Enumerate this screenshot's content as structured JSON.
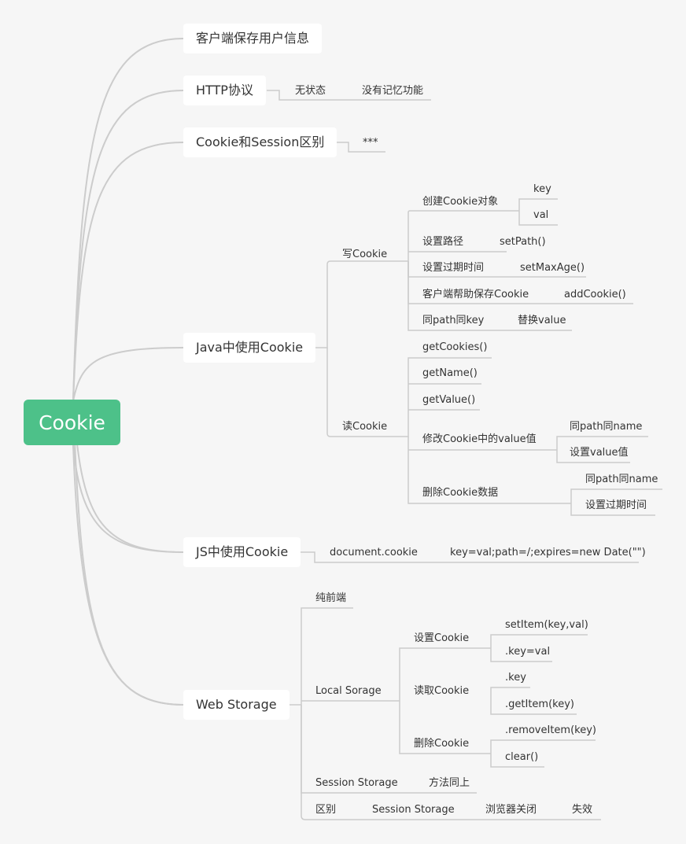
{
  "root": {
    "label": "Cookie"
  },
  "branches": {
    "client_save": {
      "label": "客户端保存用户信息"
    },
    "http": {
      "label": "HTTP协议",
      "stateless": "无状态",
      "no_memory": "没有记忆功能"
    },
    "diff": {
      "label": "Cookie和Session区别",
      "note": "***"
    },
    "java": {
      "label": "Java中使用Cookie",
      "write": {
        "label": "写Cookie",
        "create": "创建Cookie对象",
        "key": "key",
        "val": "val",
        "set_path": "设置路径",
        "set_path_fn": "setPath()",
        "set_expire": "设置过期时间",
        "set_expire_fn": "setMaxAge()",
        "client_help": "客户端帮助保存Cookie",
        "client_help_fn": "addCookie()",
        "same_path_key": "同path同key",
        "replace_value": "替换value"
      },
      "read": {
        "label": "读Cookie",
        "get_cookies": "getCookies()",
        "get_name": "getName()",
        "get_value": "getValue()",
        "modify": "修改Cookie中的value值",
        "modify_same": "同path同name",
        "modify_set": "设置value值",
        "delete": "删除Cookie数据",
        "delete_same": "同path同name",
        "delete_set": "设置过期时间"
      }
    },
    "js": {
      "label": "JS中使用Cookie",
      "doc_cookie": "document.cookie",
      "format": "key=val;path=/;expires=new Date(\"\")"
    },
    "web_storage": {
      "label": "Web Storage",
      "pure_front": "纯前端",
      "local": {
        "label": "Local Sorage",
        "set": {
          "label": "设置Cookie",
          "a": "setItem(key,val)",
          "b": ".key=val"
        },
        "read": {
          "label": "读取Cookie",
          "a": ".key",
          "b": ".getItem(key)"
        },
        "del": {
          "label": "删除Cookie",
          "a": ".removeItem(key)",
          "b": "clear()"
        }
      },
      "session": {
        "label": "Session Storage",
        "note": "方法同上"
      },
      "diff": {
        "label": "区别",
        "session": "Session Storage",
        "browser_close": "浏览器关闭",
        "invalid": "失效"
      }
    }
  },
  "colors": {
    "root_bg": "#4dc189",
    "line": "#cccccc",
    "node_bg": "#ffffff",
    "bg": "#f6f6f6"
  }
}
